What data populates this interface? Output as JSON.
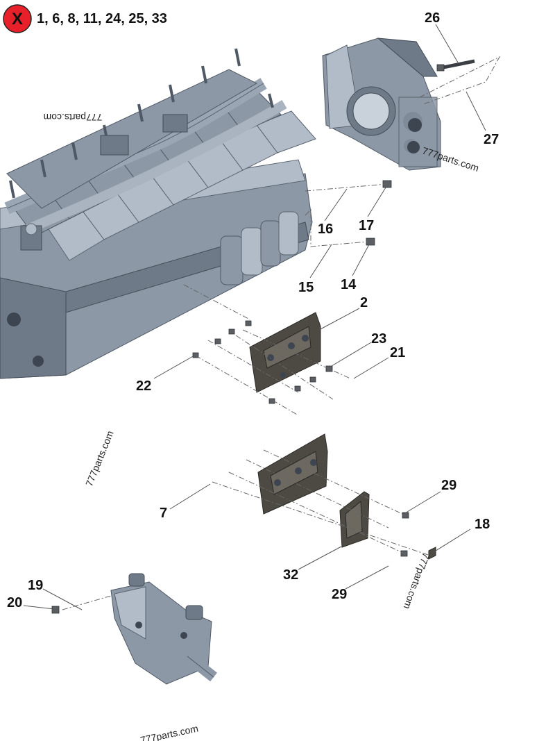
{
  "header": {
    "removed_icon_glyph": "X",
    "removed_icon_color": "#e8202a",
    "removed_items": "1, 6, 8, 11, 24, 25, 33"
  },
  "callouts": {
    "c26": "26",
    "c27": "27",
    "c16": "16",
    "c17": "17",
    "c15": "15",
    "c14": "14",
    "c2": "2",
    "c23": "23",
    "c21": "21",
    "c22": "22",
    "c7": "7",
    "c29a": "29",
    "c18": "18",
    "c32": "32",
    "c29b": "29",
    "c19": "19",
    "c20": "20"
  },
  "watermarks": {
    "w1": "777parts.com",
    "w2": "777parts.com",
    "w3": "777parts.com",
    "w4": "777parts.com",
    "w5": "777parts.com"
  },
  "colors": {
    "metal": "#8d98a6",
    "plate": "#4d4a44"
  }
}
